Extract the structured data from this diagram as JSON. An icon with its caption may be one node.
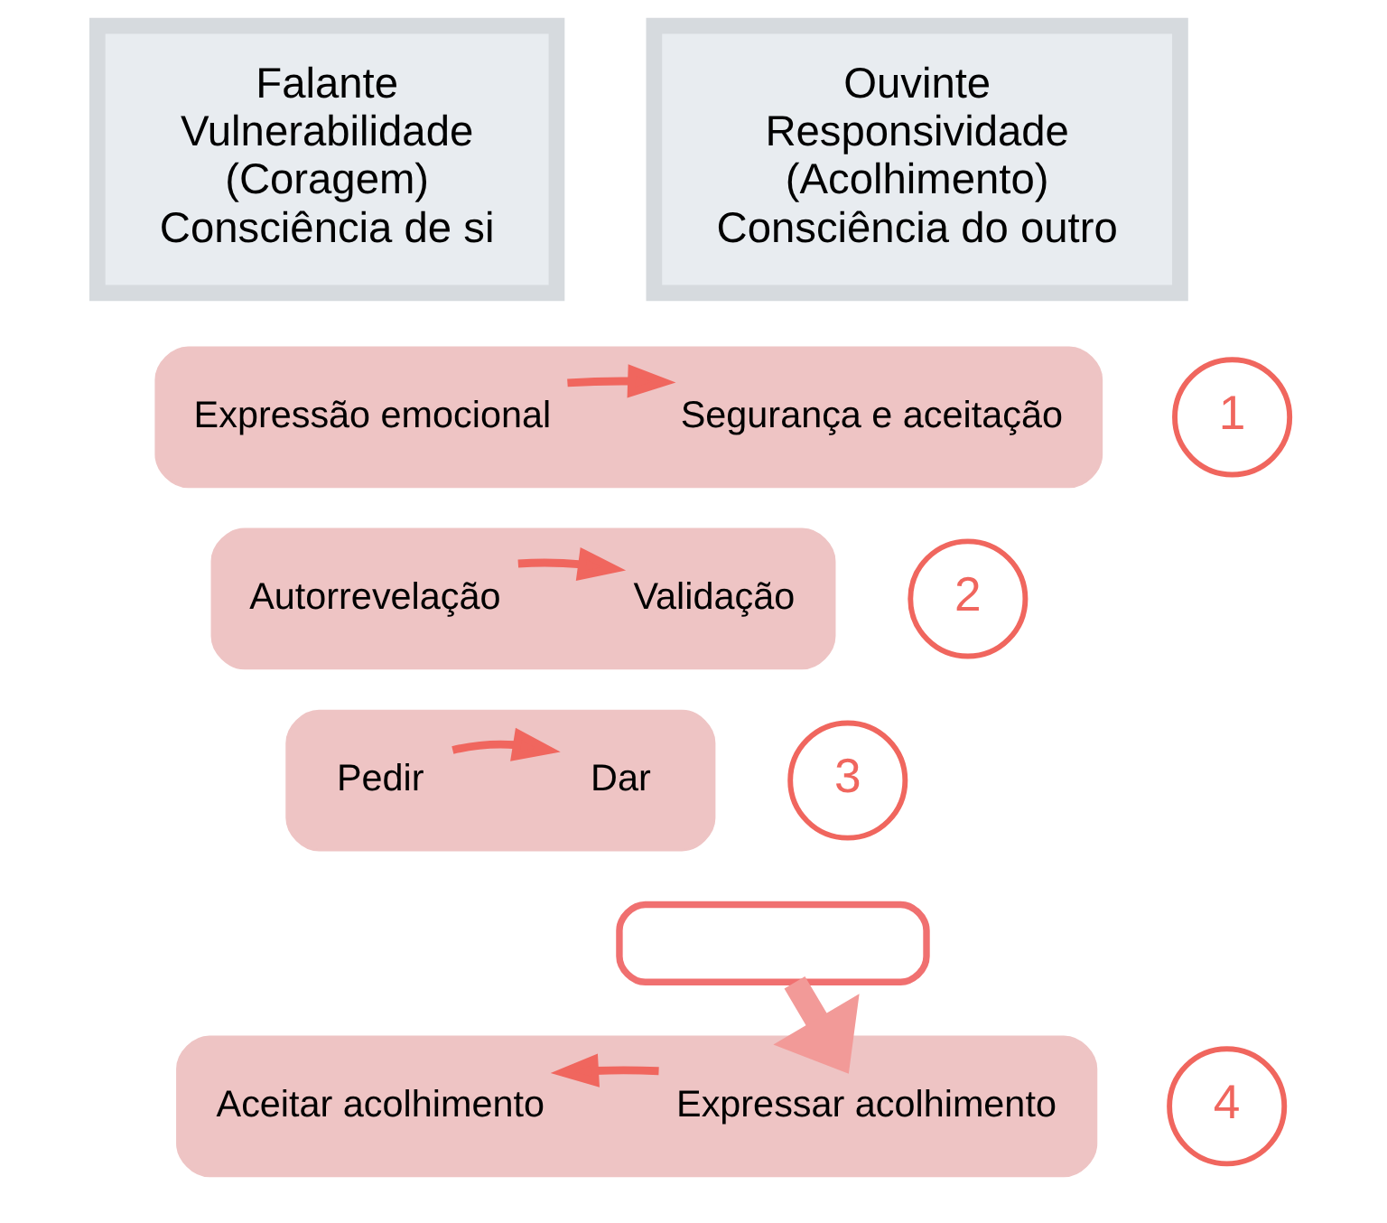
{
  "diagram": {
    "nodes": [
      {
        "text": [
          "Falante",
          "Vulnerabilidade",
          "(Coragem)",
          "Consciência de si"
        ]
      },
      {
        "text": [
          "Ouvinte",
          "Responsividade",
          "(Acolhimento)",
          "Consciência do outro"
        ]
      },
      {
        "text": [
          "1"
        ]
      },
      {
        "text": [],
        "shape": "box"
      },
      {
        "text": [
          "Expressão emocional"
        ],
        "in": 3
      },
      {
        "text": [
          "Segurança e aceitação"
        ],
        "in": 3
      },
      {
        "text": [
          "2"
        ]
      },
      {
        "text": [],
        "shape": "box"
      },
      {
        "text": [
          "Autorrevelação"
        ],
        "in": 7
      },
      {
        "text": [
          "Validação"
        ],
        "in": 7
      },
      {
        "text": [
          "3"
        ]
      },
      {
        "text": [],
        "shape": "box"
      },
      {
        "text": [
          "Pedir"
        ],
        "in": 11
      },
      {
        "text": [
          "Dar"
        ],
        "in": 11
      },
      {
        "text": [],
        "shape": "box"
      },
      {
        "text": [
          "4"
        ]
      },
      {
        "text": [],
        "shape": "box"
      },
      {
        "text": [
          "Aceitar acolhimento"
        ],
        "in": 16
      },
      {
        "text": [
          "Expressar acolhimento"
        ],
        "in": 16
      }
    ],
    "edges": [
      {
        "from": 4,
        "to": 5,
        "arrow": "to"
      },
      {
        "from": 8,
        "to": 9,
        "arrow": "to"
      },
      {
        "from": 12,
        "to": 13,
        "arrow": "to"
      },
      {
        "from": 14,
        "to": 18,
        "arrow": "to",
        "style": "thick",
        "color": "#f29a98"
      },
      {
        "from": 18,
        "to": 17,
        "arrow": "to"
      }
    ]
  }
}
